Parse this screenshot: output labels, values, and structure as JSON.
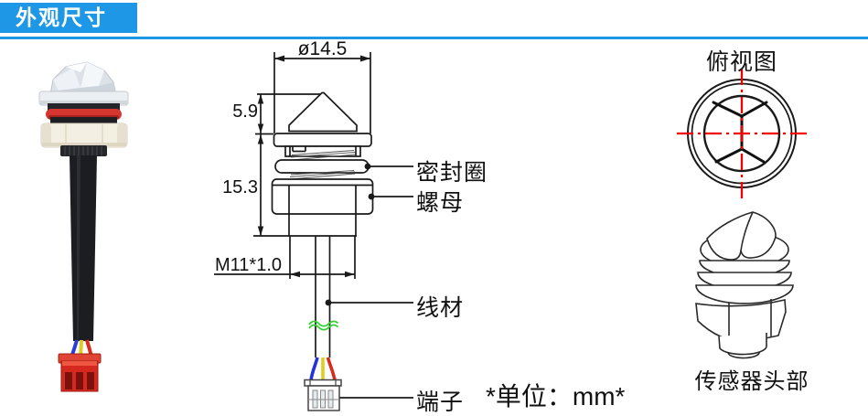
{
  "header": {
    "title": "外观尺寸"
  },
  "drawing": {
    "diameter": "ø14.5",
    "tip_height": "5.9",
    "head_height": "15.3",
    "thread_spec": "M11*1.0",
    "labels": {
      "seal_ring": "密封圈",
      "nut": "螺母",
      "wire": "线材",
      "terminal": "端子"
    },
    "unit_note": "*单位：mm*"
  },
  "views": {
    "top_view_title": "俯视图",
    "sensor_head_title": "传感器头部"
  },
  "colors": {
    "header_blue": "#1e97e6",
    "line_black": "#1a1a1a",
    "crosshair_red": "#f20000",
    "break_green": "#2fd12f",
    "connector_red": "#d5281e",
    "oring_red": "#d63630",
    "wire_blue": "#2433d6",
    "wire_yellow": "#e0cd1c",
    "wire_red": "#d92a1e",
    "nut_cream": "#f3efe2"
  }
}
